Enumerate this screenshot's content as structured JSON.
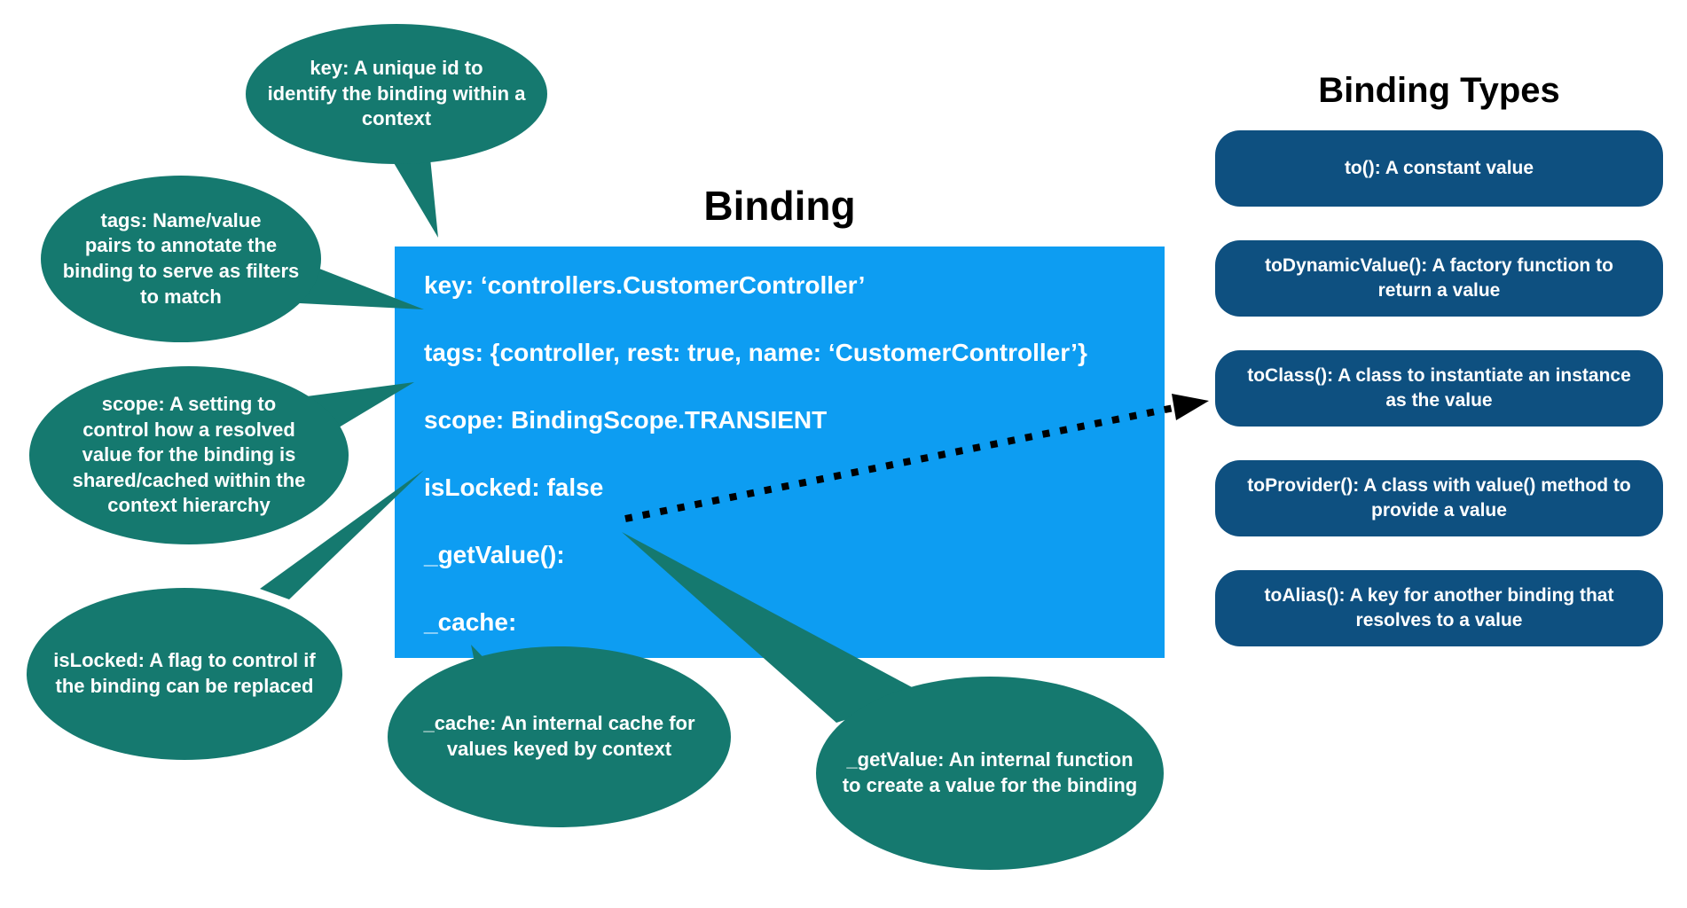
{
  "colors": {
    "bubble_teal": "#15796f",
    "binding_box_blue": "#0d9df2",
    "type_box_navy": "#0e5080",
    "text_light": "#ffffff",
    "text_dark": "#000000",
    "arrow_black": "#000000"
  },
  "binding": {
    "title": "Binding",
    "fields": [
      "key: ‘controllers.CustomerController’",
      "tags: {controller, rest: true, name: ‘CustomerController’}",
      "scope: BindingScope.TRANSIENT",
      "isLocked: false",
      "_getValue():",
      "_cache:"
    ]
  },
  "binding_types": {
    "title": "Binding Types",
    "items": [
      "to(): A constant value",
      "toDynamicValue(): A factory function to\nreturn a value",
      "toClass(): A class to instantiate an instance\nas the value",
      "toProvider(): A class with value() method to\nprovide a value",
      "toAlias(): A key for another binding that\nresolves to a value"
    ]
  },
  "callouts": [
    {
      "id": "key",
      "text": "key: A unique id to\nidentify the binding within a\ncontext"
    },
    {
      "id": "tags",
      "text": "tags: Name/value\npairs to annotate the\nbinding to serve as filters\nto match"
    },
    {
      "id": "scope",
      "text": "scope: A setting to\ncontrol how a resolved\nvalue for the binding is\nshared/cached within the\ncontext hierarchy"
    },
    {
      "id": "isLocked",
      "text": "isLocked: A flag to control if\nthe binding can be replaced"
    },
    {
      "id": "cache",
      "text": "_cache: An internal cache for\nvalues keyed by context"
    },
    {
      "id": "getValue",
      "text": "_getValue: An internal function\nto create a value for the binding"
    }
  ],
  "arrow": {
    "from": "_getValue()",
    "to": "toClass()",
    "style": "dotted"
  }
}
